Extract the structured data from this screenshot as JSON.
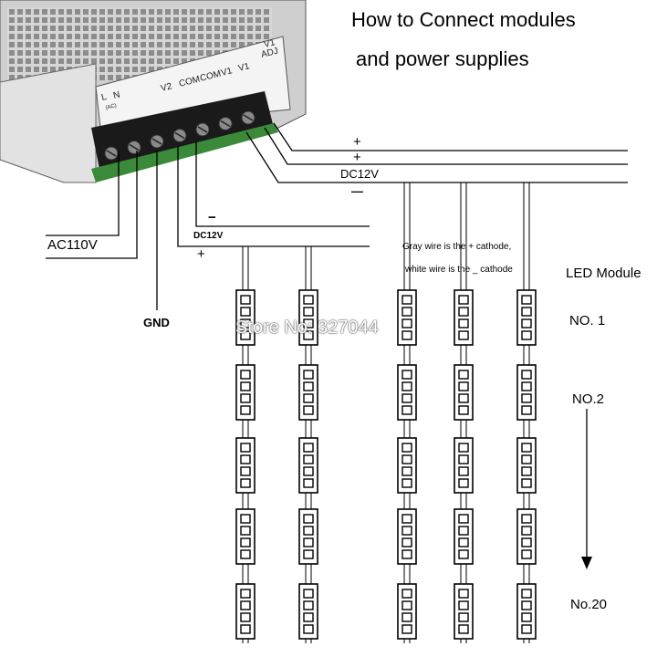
{
  "title_line1": "How to Connect modules",
  "title_line2": "and power supplies",
  "psu": {
    "terminal_labels": [
      "L",
      "N",
      "(AC)",
      "V2",
      "COM",
      "COM",
      "V1",
      "V1",
      "V1",
      "ADJ"
    ]
  },
  "labels": {
    "ac": "AC110V",
    "gnd": "GND",
    "dc_upper": "DC12V",
    "dc_lower": "DC12V",
    "plus": "+",
    "minus": "−",
    "minus_bar": "—",
    "gray_wire": "Gray wire is the + cathode,",
    "white_wire": "white wire is the _  cathode",
    "led_module": "LED Module",
    "no1": "NO. 1",
    "no2": "NO.2",
    "no20": "No.20"
  },
  "watermark": "Store No: 327044",
  "colors": {
    "line": "#000000",
    "psu_body": "#d9d9d9",
    "terminal": "#1a1a1a",
    "screw": "#8a8a8a"
  }
}
